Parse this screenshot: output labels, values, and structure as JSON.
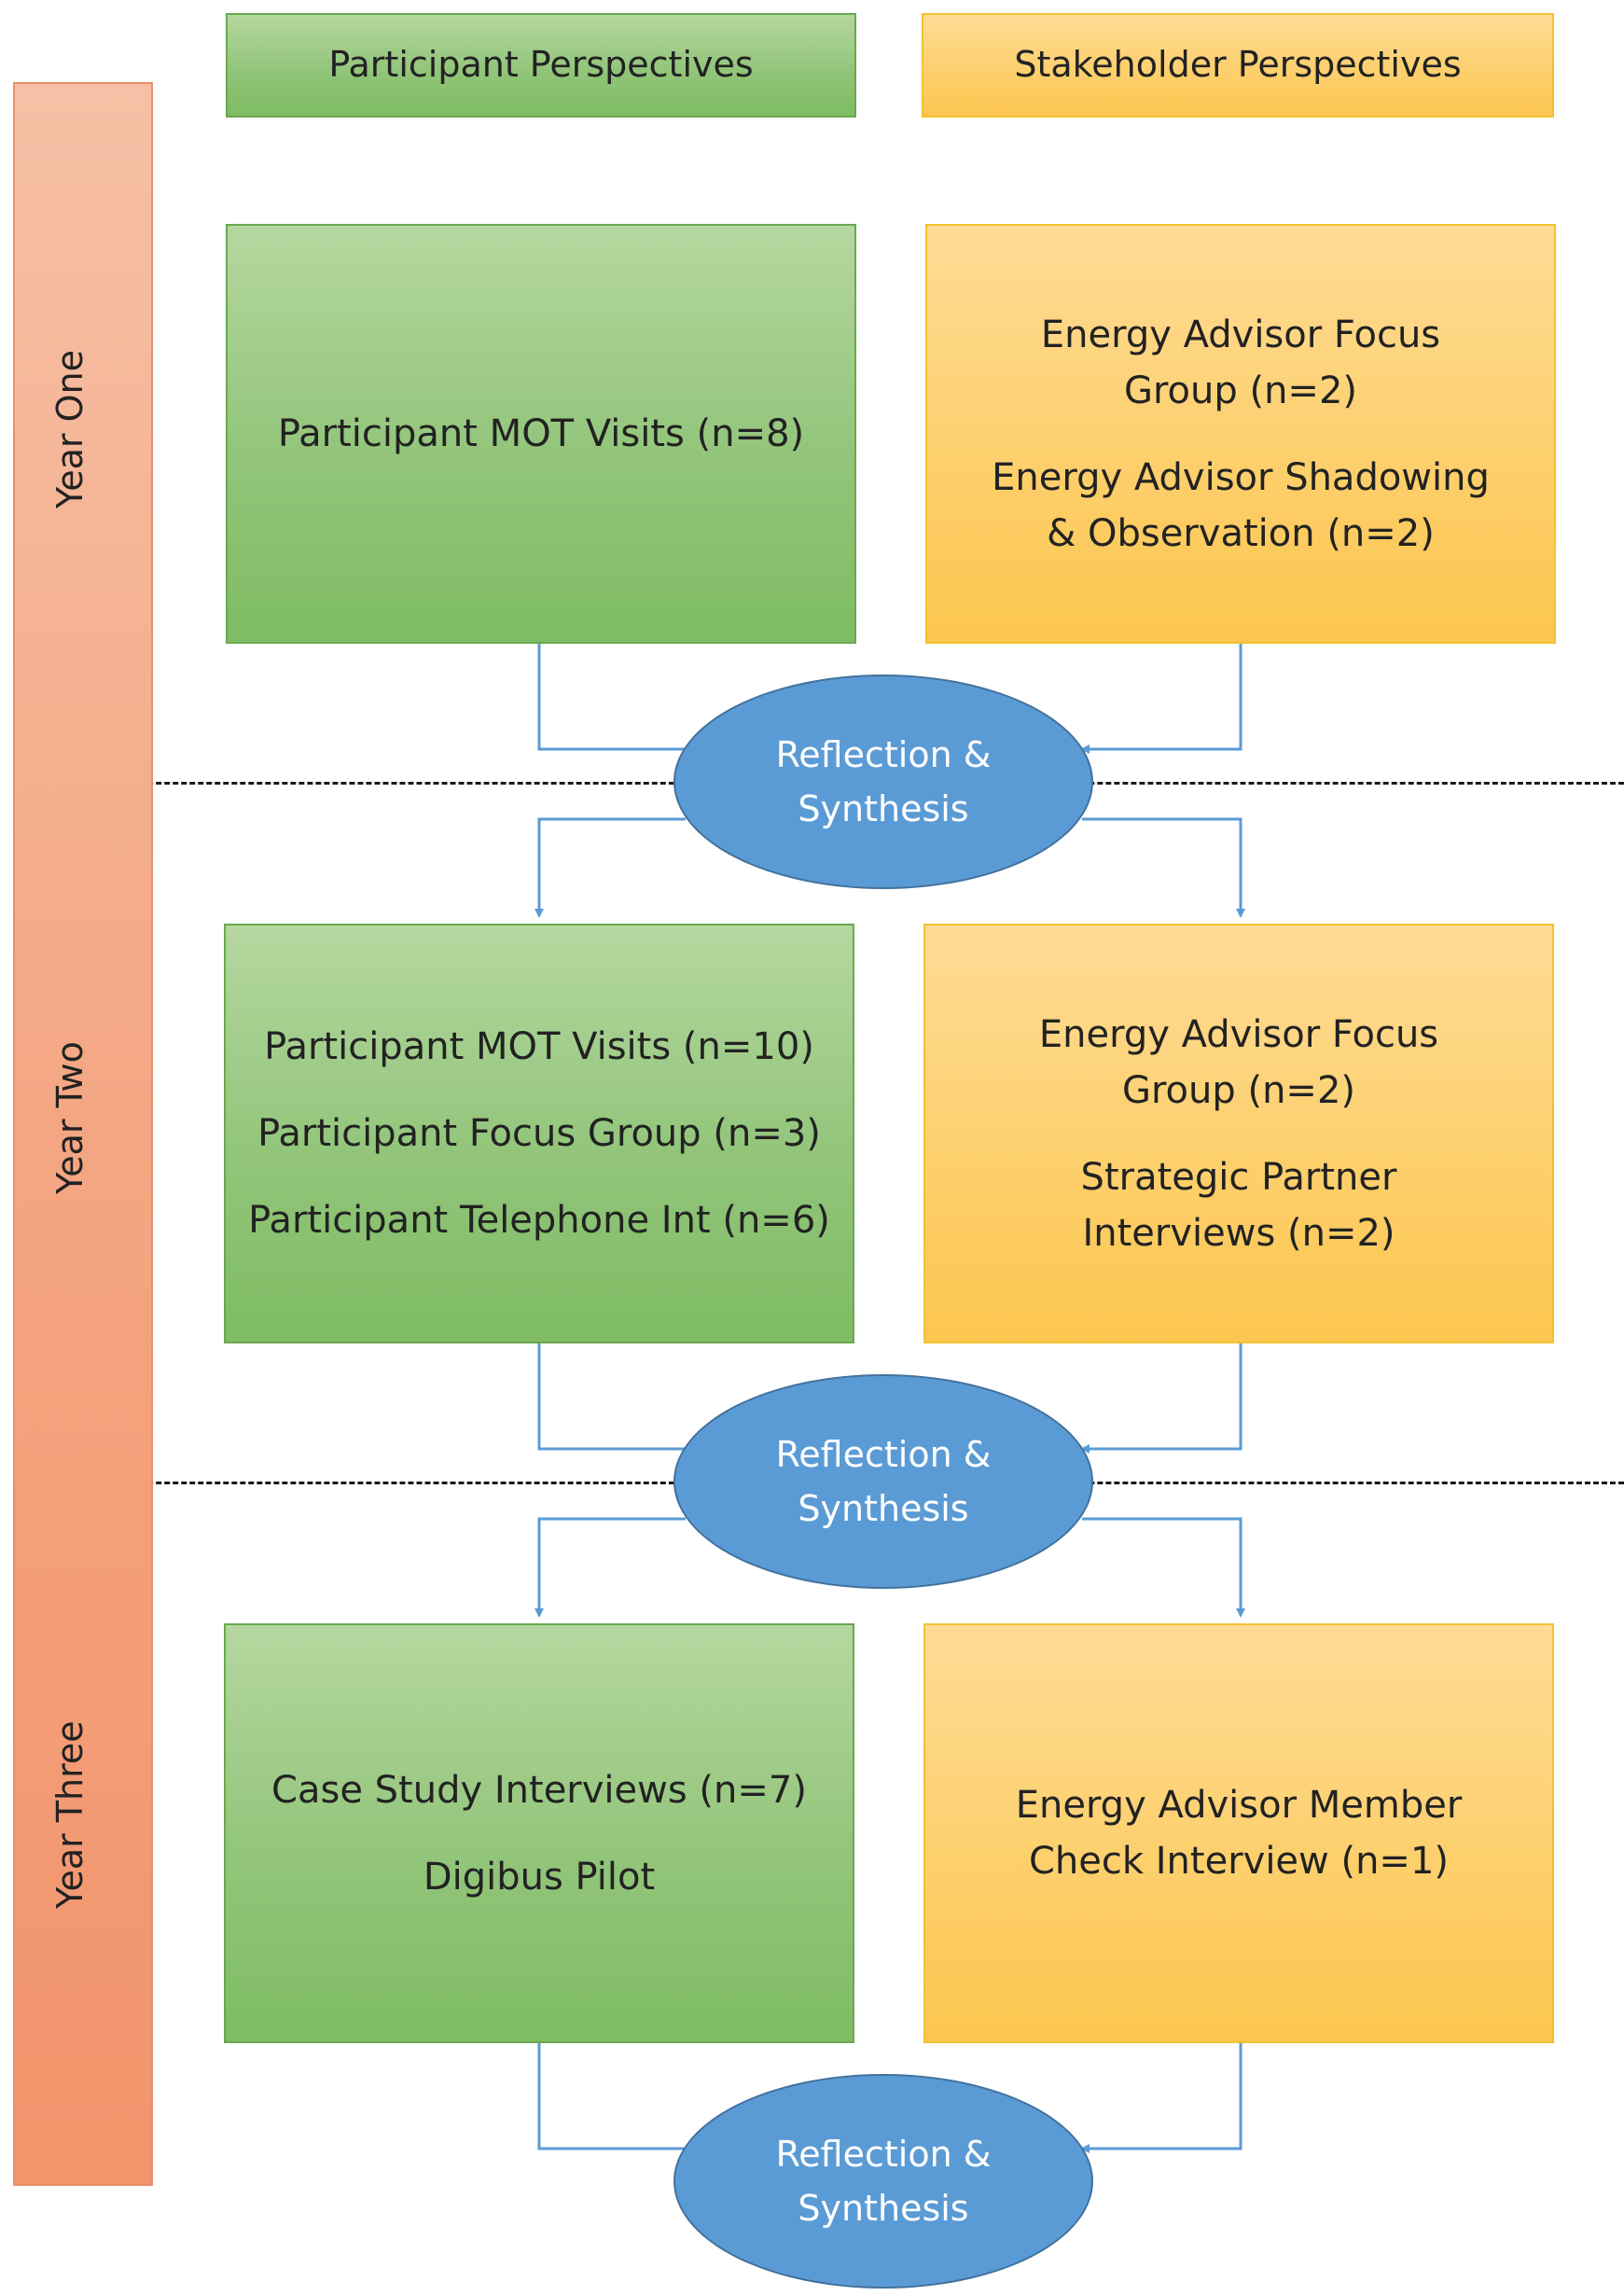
{
  "headers": {
    "participant": "Participant Perspectives",
    "stakeholder": "Stakeholder Perspectives"
  },
  "years": [
    {
      "label": "Year One",
      "participant": [
        "Participant MOT Visits (n=8)"
      ],
      "stakeholder": [
        "Energy Advisor Focus Group (n=2)",
        "Energy Advisor Shadowing & Observation (n=2)"
      ]
    },
    {
      "label": "Year Two",
      "participant": [
        "Participant MOT Visits (n=10)",
        "Participant Focus Group (n=3)",
        "Participant Telephone Int (n=6)"
      ],
      "stakeholder": [
        "Energy Advisor Focus Group (n=2)",
        "Strategic Partner Interviews (n=2)"
      ]
    },
    {
      "label": "Year Three",
      "participant": [
        "Case Study Interviews (n=7)",
        "Digibus Pilot"
      ],
      "stakeholder": [
        "Energy Advisor Member Check Interview (n=1)"
      ]
    }
  ],
  "synthesis": {
    "line1": "Reflection &",
    "line2": "Synthesis"
  },
  "colors": {
    "participant_fill": "#92c57a",
    "stakeholder_fill": "#fdd06e",
    "year_bar_fill": "#f4a682",
    "synthesis_fill": "#5b9bd5",
    "connector": "#5b9bd5"
  }
}
